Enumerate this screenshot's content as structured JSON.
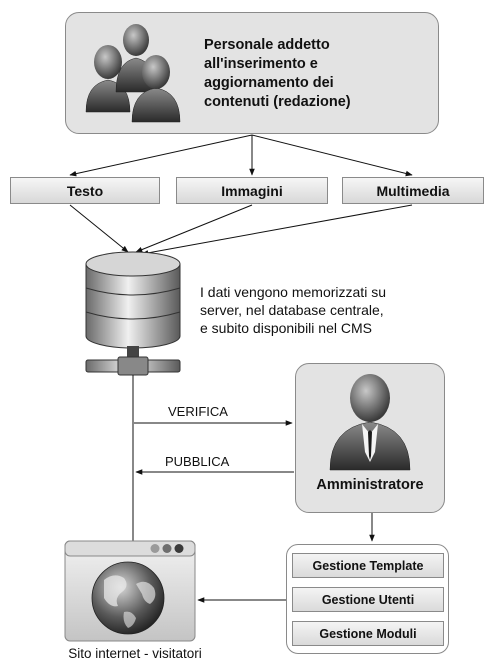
{
  "editors": {
    "description_lines": [
      "Personale addetto",
      "all'inserimento e",
      "aggiornamento dei",
      "contenuti (redazione)"
    ],
    "icon": "people-group-icon"
  },
  "content_types": [
    "Testo",
    "Immagini",
    "Multimedia"
  ],
  "database": {
    "icon": "database-server-icon",
    "description_lines": [
      "I dati vengono memorizzati su",
      "server, nel database centrale,",
      "e subito disponibili nel CMS"
    ]
  },
  "flows": {
    "verify": "VERIFICA",
    "publish": "PUBBLICA"
  },
  "admin": {
    "icon": "administrator-icon",
    "label": "Amministratore"
  },
  "management": [
    "Gestione Template",
    "Gestione Utenti",
    "Gestione Moduli"
  ],
  "website": {
    "icon": "browser-globe-icon",
    "label": "Sito internet - visitatori"
  }
}
